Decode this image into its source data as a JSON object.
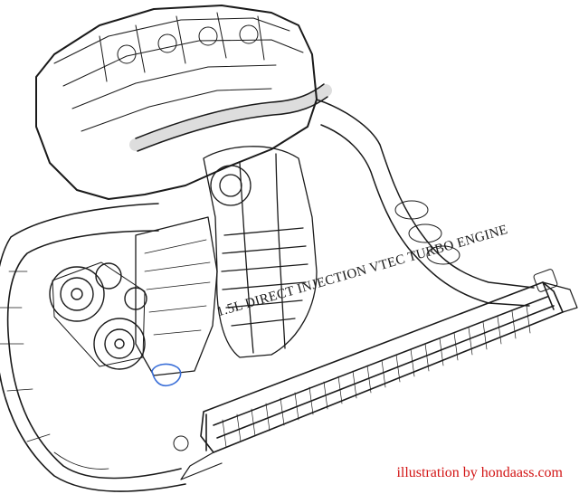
{
  "illustration": {
    "subject": "engine-with-intercooler",
    "title": "1.5L DIRECT INJECTION VTEC TURBO ENGINE",
    "credit": "illustration by hondaass.com"
  },
  "colors": {
    "ink": "#1a1a1a",
    "credit": "#d21414",
    "accent_blue": "#3a6fd8",
    "background": "#ffffff"
  }
}
